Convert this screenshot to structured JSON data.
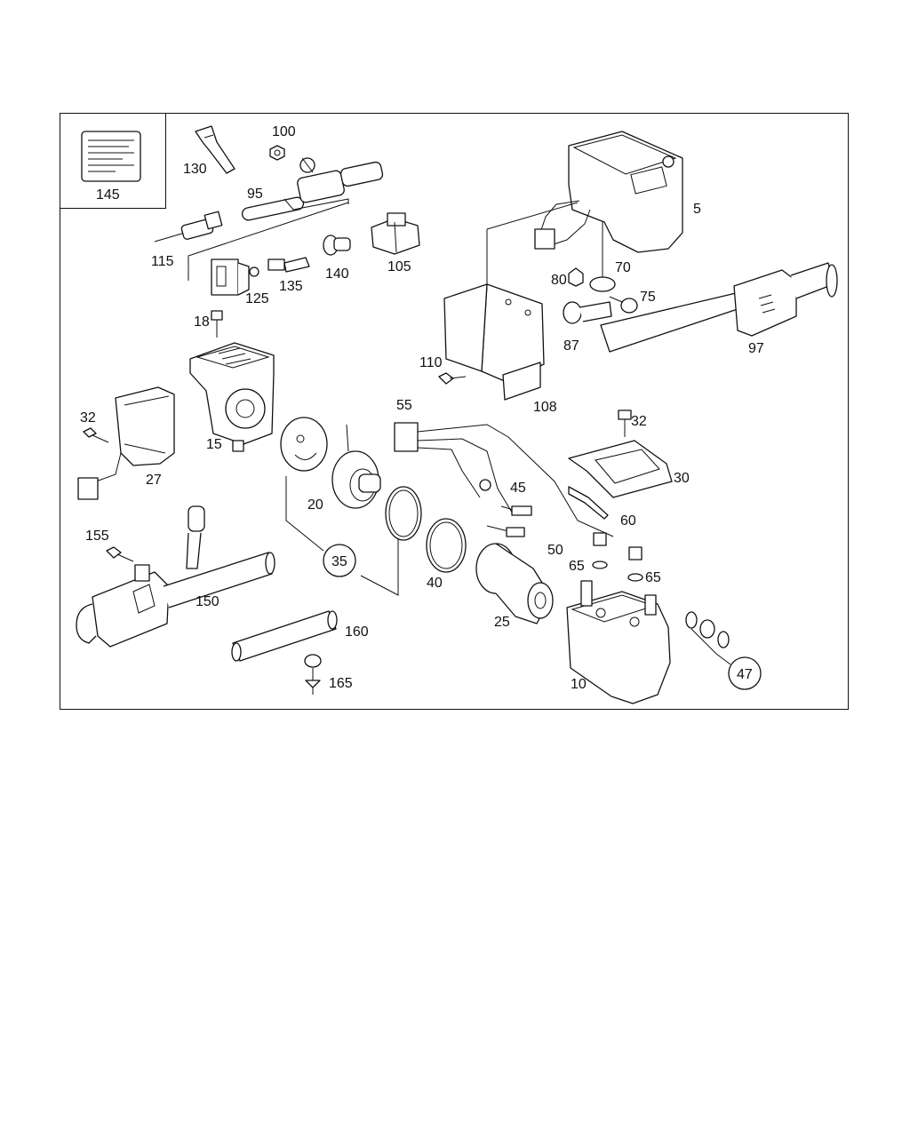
{
  "diagram": {
    "labels": {
      "p145": "145",
      "p130": "130",
      "p100": "100",
      "p95": "95",
      "p115": "115",
      "p125": "125",
      "p135": "135",
      "p140": "140",
      "p105": "105",
      "p18": "18",
      "p15": "15",
      "p32a": "32",
      "p27": "27",
      "p5": "5",
      "p80": "80",
      "p70": "70",
      "p75": "75",
      "p87": "87",
      "p97": "97",
      "p110": "110",
      "p108": "108",
      "p55": "55",
      "p32b": "32",
      "p30": "30",
      "p45": "45",
      "p60": "60",
      "p50": "50",
      "p65a": "65",
      "p65b": "65",
      "p20": "20",
      "p35": "35",
      "p40": "40",
      "p25": "25",
      "p155": "155",
      "p150": "150",
      "p160": "160",
      "p165": "165",
      "p10": "10",
      "p47": "47"
    }
  }
}
